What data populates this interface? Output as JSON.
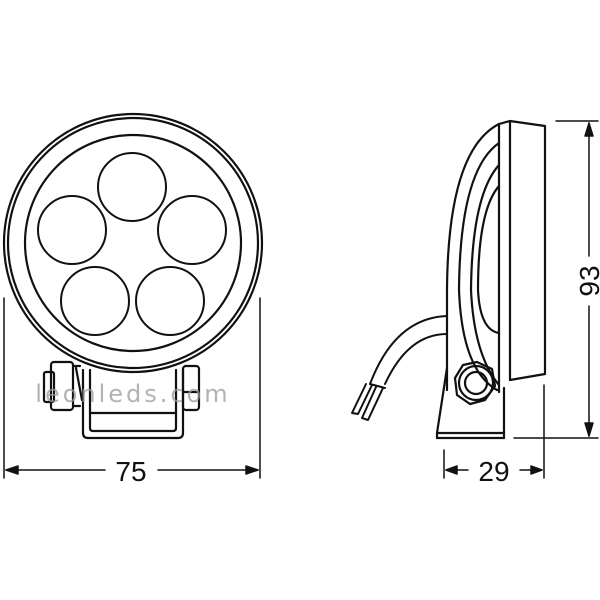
{
  "diagram": {
    "type": "technical-dimension-drawing",
    "subject": "round LED work light with 5 LEDs",
    "views": [
      {
        "name": "front-view",
        "led_count": 5
      },
      {
        "name": "side-view"
      }
    ],
    "dimensions": {
      "width": {
        "value": "75",
        "orientation": "horizontal",
        "view": "front-view"
      },
      "height": {
        "value": "93",
        "orientation": "vertical",
        "view": "side-view"
      },
      "depth": {
        "value": "29",
        "orientation": "horizontal",
        "view": "side-view"
      }
    },
    "watermark": "leonleds.com",
    "colors": {
      "line": "#111111",
      "background": "#ffffff",
      "watermark": "#9a9a9a"
    }
  }
}
